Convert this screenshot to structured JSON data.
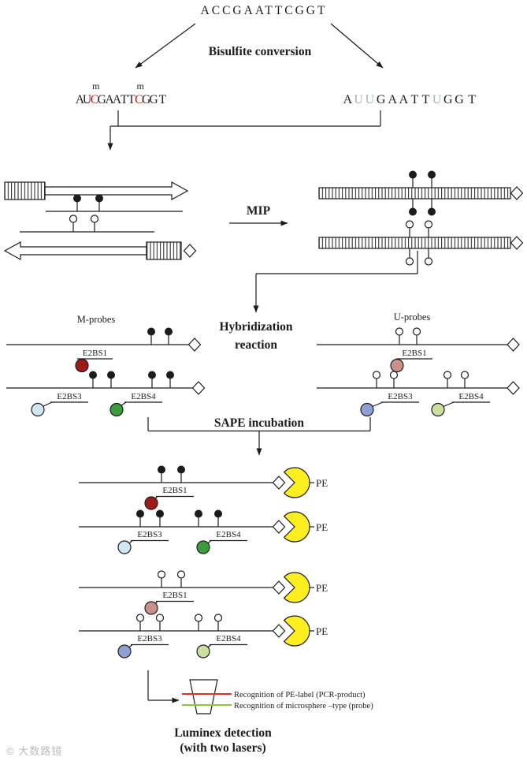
{
  "header": {
    "original_sequence": "ACCGAATTCGGT",
    "step_bisulfite": "Bisulfite conversion"
  },
  "sequences": {
    "methylated": {
      "m_mark": "m",
      "chars": [
        {
          "ch": "A",
          "color": "#1c1c1c"
        },
        {
          "ch": "U",
          "color": "#1c1c1c"
        },
        {
          "ch": "C",
          "color": "#c11b1b"
        },
        {
          "ch": "G",
          "color": "#1c1c1c"
        },
        {
          "ch": "A",
          "color": "#1c1c1c"
        },
        {
          "ch": "A",
          "color": "#1c1c1c"
        },
        {
          "ch": "T",
          "color": "#1c1c1c"
        },
        {
          "ch": "T",
          "color": "#1c1c1c"
        },
        {
          "ch": "C",
          "color": "#c11b1b"
        },
        {
          "ch": "G",
          "color": "#1c1c1c"
        },
        {
          "ch": "G",
          "color": "#1c1c1c"
        },
        {
          "ch": "T",
          "color": "#1c1c1c"
        }
      ]
    },
    "unmethylated": {
      "chars": [
        {
          "ch": "A",
          "color": "#1c1c1c"
        },
        {
          "ch": "U",
          "color": "#a4b6a4"
        },
        {
          "ch": "U",
          "color": "#a4b6a4"
        },
        {
          "ch": "G",
          "color": "#1c1c1c"
        },
        {
          "ch": "A",
          "color": "#1c1c1c"
        },
        {
          "ch": "A",
          "color": "#1c1c1c"
        },
        {
          "ch": "T",
          "color": "#1c1c1c"
        },
        {
          "ch": "T",
          "color": "#1c1c1c"
        },
        {
          "ch": "U",
          "color": "#a4b6a4"
        },
        {
          "ch": "G",
          "color": "#1c1c1c"
        },
        {
          "ch": "G",
          "color": "#1c1c1c"
        },
        {
          "ch": "T",
          "color": "#1c1c1c"
        }
      ]
    }
  },
  "steps": {
    "mip": "MIP",
    "hyb1": "Hybridization",
    "hyb2": "reaction",
    "sape": "SAPE incubation",
    "lum1": "Luminex detection",
    "lum2": "(with two lasers)"
  },
  "probes": {
    "m_group": "M-probes",
    "u_group": "U-probes",
    "e2bs1": "E2BS1",
    "e2bs3": "E2BS3",
    "e2bs4": "E2BS4",
    "pe": "PE"
  },
  "detection": {
    "pe_recognition": "Recognition of PE-label (PCR-product)",
    "probe_recognition": "Recognition of microsphere –type (probe)"
  },
  "colors": {
    "ink": "#1c1c1c",
    "methyl_c": "#c11b1b",
    "converted_u": "#a4b6a4",
    "bead_m_e2bs1": "#9e1b1b",
    "bead_m_e2bs3": "#cfe7ef",
    "bead_m_e2bs4": "#3c9b3c",
    "bead_u_e2bs1": "#c9908c",
    "bead_u_e2bs3": "#8fa0d2",
    "bead_u_e2bs4": "#ccdf9e",
    "pe_yellow": "#fdee1f",
    "laser_red": "#e03127",
    "laser_green": "#8cc63f"
  },
  "watermark": {
    "text": "© 大数路镜"
  }
}
